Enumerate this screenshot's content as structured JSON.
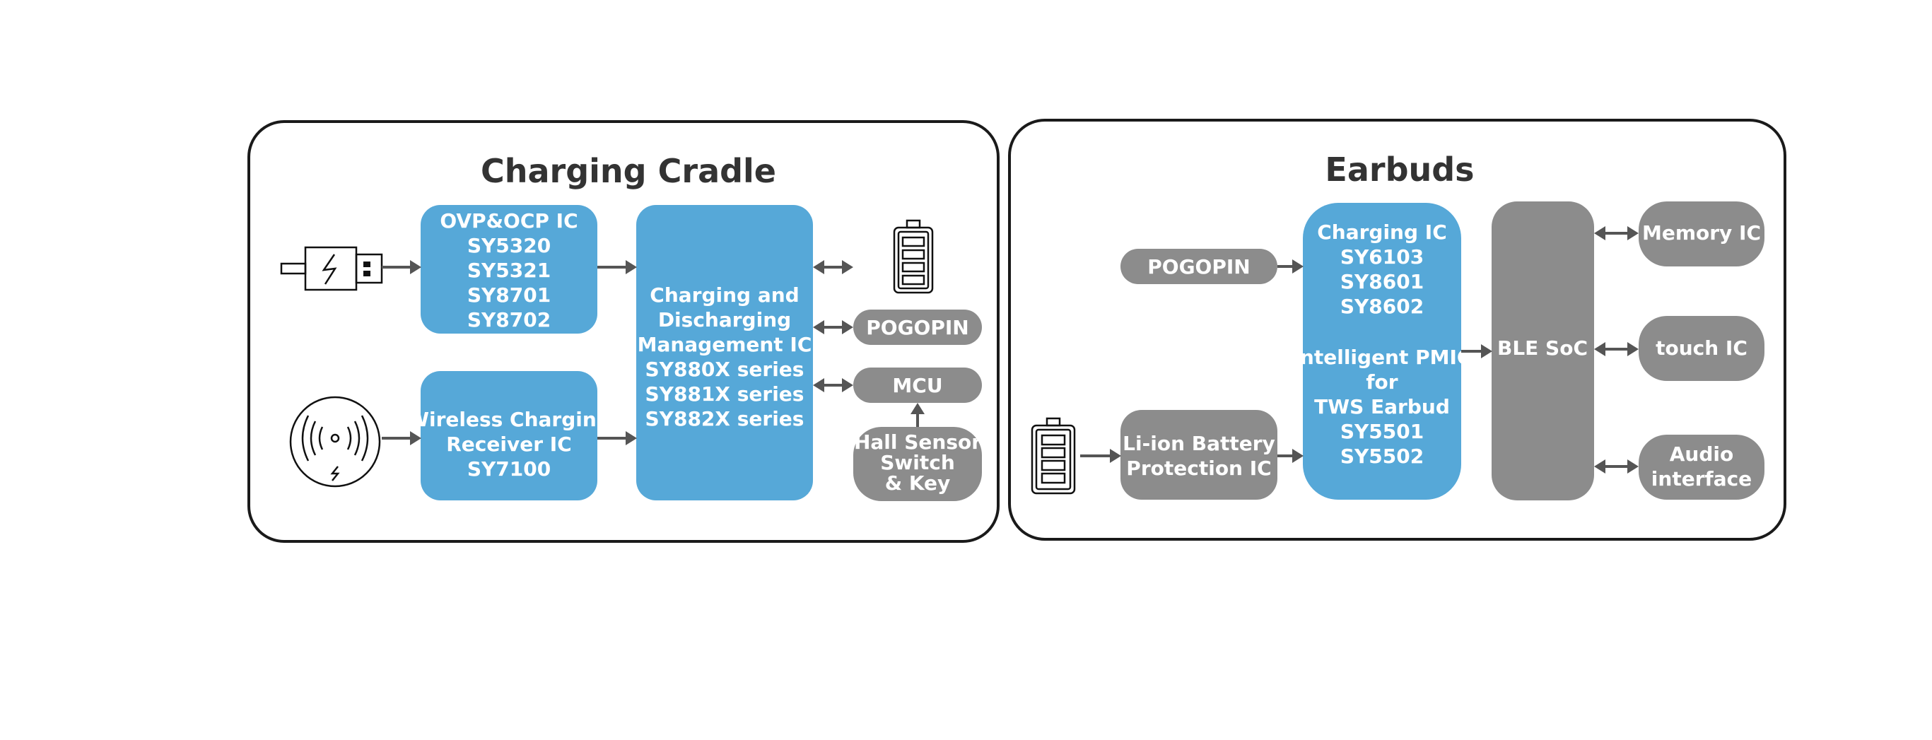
{
  "cradle": {
    "title": "Charging Cradle",
    "ovp_box": [
      "OVP&OCP IC",
      "SY5320",
      "SY5321",
      "SY8701",
      "SY8702"
    ],
    "wireless_box": [
      "Wireless Charging",
      "Receiver IC",
      "SY7100"
    ],
    "mgmt_box": [
      "Charging and",
      "Discharging",
      "Management IC",
      "SY880X series",
      "SY881X series",
      "SY882X series"
    ],
    "pogopin": "POGOPIN",
    "mcu": "MCU",
    "hall_box": [
      "Hall Sensor",
      "Switch",
      "& Key"
    ],
    "icons": [
      "usb-plug-icon",
      "wireless-charger-icon",
      "battery-icon"
    ]
  },
  "earbuds": {
    "title": "Earbuds",
    "pogopin": "POGOPIN",
    "battery_protection": [
      "Li-ion Battery",
      "Protection IC"
    ],
    "charging_box": [
      "Charging IC",
      "SY6103",
      "SY8601",
      "SY8602",
      "",
      "Intelligent PMIC",
      "for",
      "TWS Earbud",
      "SY5501",
      "SY5502"
    ],
    "ble": "BLE SoC",
    "memory": "Memory IC",
    "touch": "touch IC",
    "audio": [
      "Audio",
      "interface"
    ],
    "icons": [
      "battery-icon"
    ]
  },
  "colors": {
    "blue": "#56a8d8",
    "gray": "#8c8c8c",
    "arrow": "#555555",
    "outline": "#1a1a1a"
  }
}
